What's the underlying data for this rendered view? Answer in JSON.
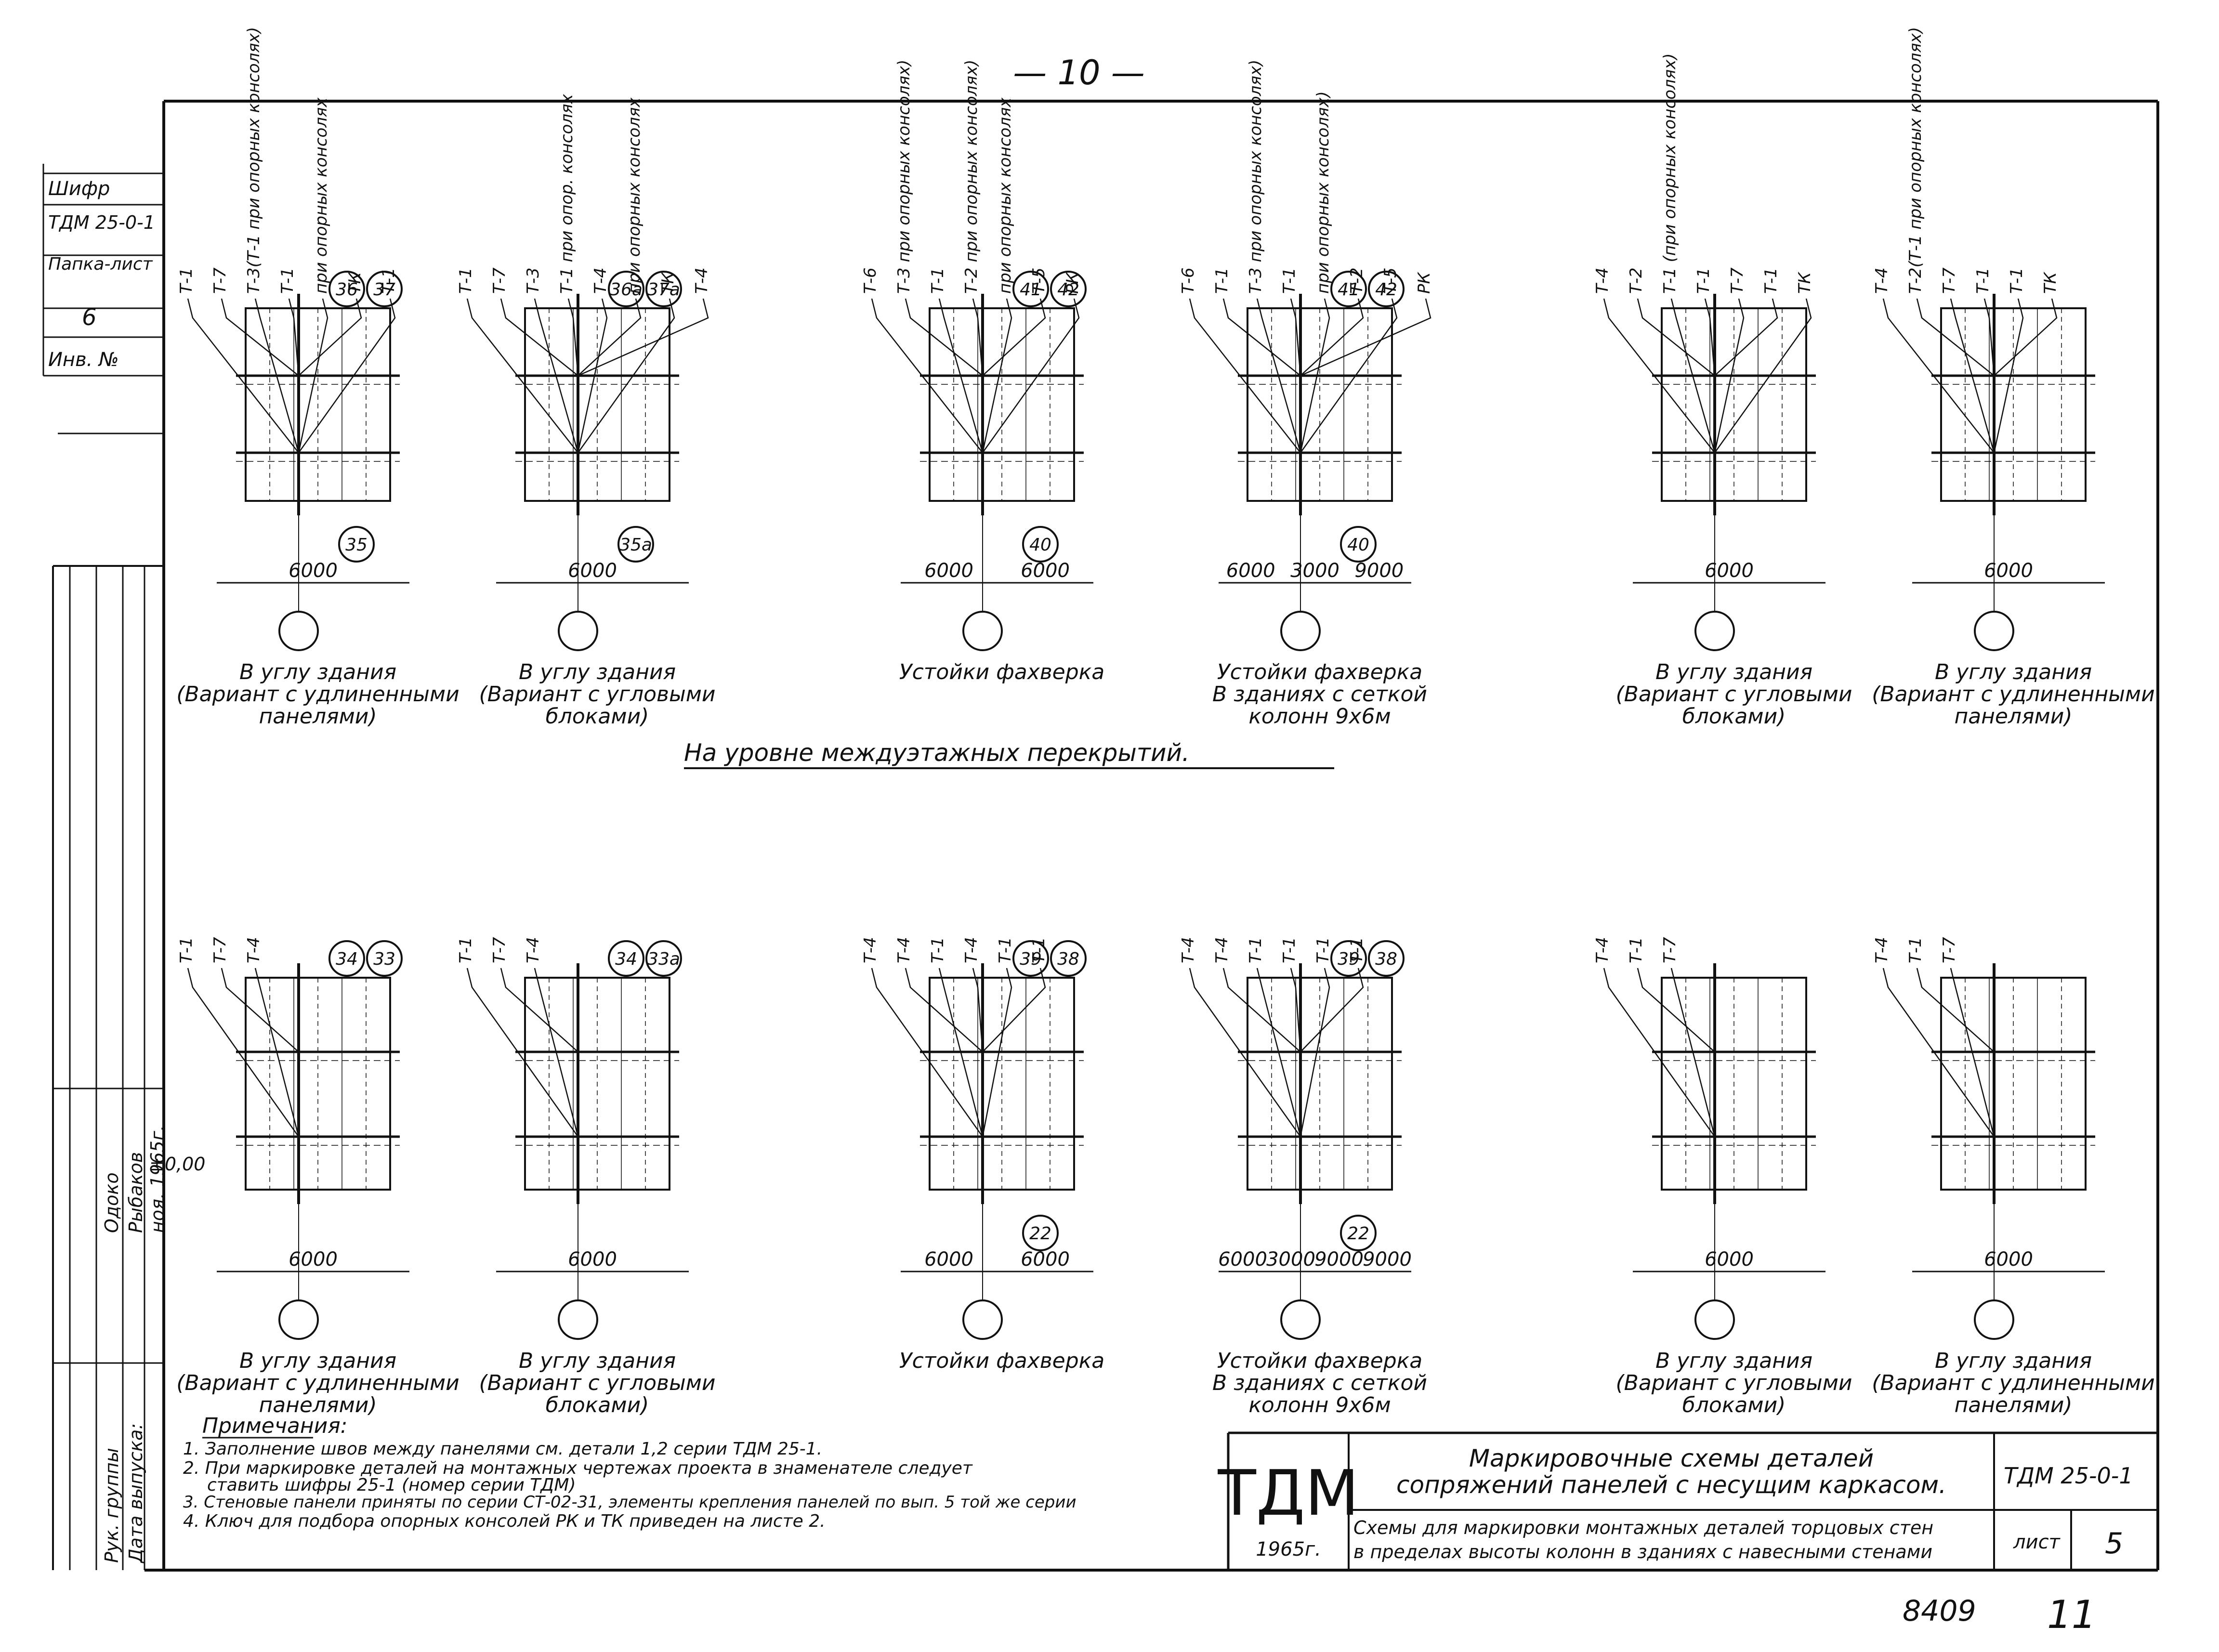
{
  "page_number": "— 10 —",
  "side_stamp": {
    "label_shifr": "Шифр",
    "series_code": "ТДМ 25-0-1",
    "label_papka_list": "Папка-лист",
    "sheet_value": "6",
    "label_inv_no": "Инв. №"
  },
  "top_section_title": "На уровне междуэтажных перекрытий.",
  "top_details": [
    {
      "caption": [
        "В углу здания",
        "(Вариант с удлиненными",
        "панелями)"
      ],
      "labels": [
        "Т-1",
        "Т-7",
        "Т-3(Т-1 при опорных консолях)",
        "Т-1",
        "при опорных консолях",
        "ТК",
        "Т-1"
      ],
      "circles": [
        "36",
        "37",
        "35"
      ],
      "dims": [
        "6000"
      ]
    },
    {
      "caption": [
        "В углу здания",
        "(Вариант с угловыми",
        "блоками)"
      ],
      "labels": [
        "Т-1",
        "Т-7",
        "Т-3",
        "Т-1 при опор. консолях",
        "Т-4",
        "при опорных консолях",
        "ТК",
        "Т-4"
      ],
      "circles": [
        "36а",
        "37а",
        "35а"
      ],
      "dims": [
        "6000"
      ]
    },
    {
      "caption": [
        "Устойки фахверка"
      ],
      "labels": [
        "Т-6",
        "Т-3 при опорных консолях)",
        "Т-1",
        "Т-2 при опорных консолях)",
        "при опорных консолях",
        "Т-5",
        "РК"
      ],
      "circles": [
        "41",
        "42",
        "40"
      ],
      "dims": [
        "6000",
        "6000"
      ]
    },
    {
      "caption": [
        "Устойки фахверка",
        "В зданиях с сеткой",
        "колонн 9х6м"
      ],
      "labels": [
        "Т-6",
        "Т-1",
        "Т-3 при опорных консолях)",
        "Т-1",
        "при опорных консолях)",
        "Т-2",
        "Т-5",
        "РК"
      ],
      "circles": [
        "41",
        "42",
        "40"
      ],
      "dims": [
        "6000",
        "3000",
        "9000"
      ]
    },
    {
      "caption": [
        "В углу здания",
        "(Вариант с угловыми",
        "блоками)"
      ],
      "labels": [
        "Т-4",
        "Т-2",
        "Т-1 (при опорных консолях)",
        "Т-1",
        "Т-7",
        "Т-1",
        "ТК"
      ],
      "circles": [],
      "dims": [
        "6000"
      ]
    },
    {
      "caption": [
        "В углу здания",
        "(Вариант с удлиненными",
        "панелями)"
      ],
      "labels": [
        "Т-4",
        "Т-2(Т-1 при опорных консолях)",
        "Т-7",
        "Т-1",
        "Т-1",
        "ТК"
      ],
      "circles": [],
      "dims": [
        "6000"
      ]
    }
  ],
  "bottom_details": [
    {
      "caption": [
        "В углу здания",
        "(Вариант с удлиненными",
        "панелями)"
      ],
      "labels": [
        "Т-1",
        "Т-7",
        "Т-4"
      ],
      "circles": [
        "34",
        "33"
      ],
      "dims": [
        "6000"
      ],
      "level_mark": "±0,00"
    },
    {
      "caption": [
        "В углу здания",
        "(Вариант с угловыми",
        "блоками)"
      ],
      "labels": [
        "Т-1",
        "Т-7",
        "Т-4"
      ],
      "circles": [
        "34",
        "33а"
      ],
      "dims": [
        "6000"
      ]
    },
    {
      "caption": [
        "Устойки фахверка"
      ],
      "labels": [
        "Т-4",
        "Т-4",
        "Т-1",
        "Т-4",
        "Т-1",
        "Т-1"
      ],
      "circles": [
        "39",
        "38",
        "22"
      ],
      "dims": [
        "6000",
        "6000"
      ]
    },
    {
      "caption": [
        "Устойки фахверка",
        "В зданиях с сеткой",
        "колонн 9х6м"
      ],
      "labels": [
        "Т-4",
        "Т-4",
        "Т-1",
        "Т-1",
        "Т-1",
        "Т-1"
      ],
      "circles": [
        "39",
        "38",
        "22"
      ],
      "dims": [
        "6000",
        "3000",
        "9000",
        "9000"
      ]
    },
    {
      "caption": [
        "В углу здания",
        "(Вариант с угловыми",
        "блоками)"
      ],
      "labels": [
        "Т-4",
        "Т-1",
        "Т-7"
      ],
      "circles": [],
      "dims": [
        "6000"
      ]
    },
    {
      "caption": [
        "В углу здания",
        "(Вариант с удлиненными",
        "панелями)"
      ],
      "labels": [
        "Т-4",
        "Т-1",
        "Т-7"
      ],
      "circles": [],
      "dims": [
        "6000"
      ]
    }
  ],
  "notes": {
    "title": "Примечания:",
    "items": [
      "1. Заполнение швов между панелями см. детали 1,2 серии ТДМ 25-1.",
      "2. При маркировке деталей на монтажных чертежах проекта в знаменателе следует",
      "ставить шифры 25-1 (номер серии ТДМ)",
      "3. Стеновые панели приняты по серии СТ-02-31, элементы крепления панелей по вып. 5 той же серии",
      "4. Ключ для подбора опорных консолей РК и ТК приведен на листе 2."
    ]
  },
  "left_signatures": {
    "rows": [
      "Рук. группы",
      "Дата выпуска:"
    ],
    "names": [
      "Одоко",
      "Рыбаков"
    ],
    "date": "ноя. 1965г."
  },
  "title_block": {
    "org": "ТДМ",
    "year": "1965г.",
    "title_line1": "Маркировочные схемы деталей",
    "title_line2": "сопряжений панелей с несущим каркасом.",
    "subtitle_line1": "Схемы для маркировки монтажных деталей торцовых стен",
    "subtitle_line2": "в пределах высоты колонн в зданиях с навесными стенами",
    "code": "ТДМ 25-0-1",
    "sheet_label": "лист",
    "sheet_no": "5"
  },
  "bottom_numbers": [
    "8409",
    "11"
  ]
}
